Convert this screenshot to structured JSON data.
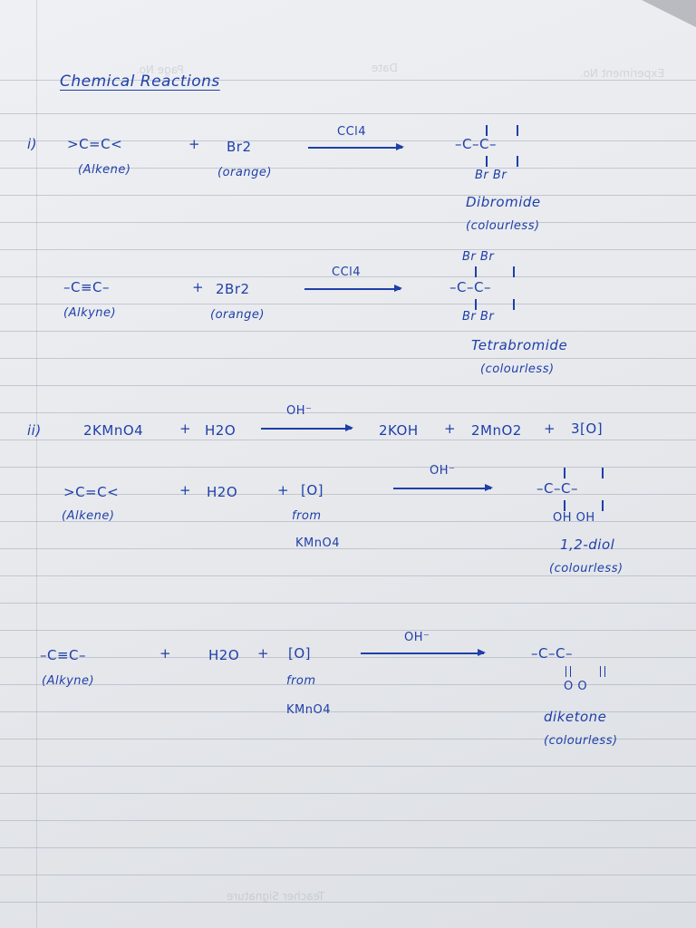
{
  "page": {
    "title": "Chemical Reactions",
    "bleed_header": [
      "Page No.",
      "Date",
      "Experiment No."
    ],
    "bleed_footer": "Teacher Signature"
  },
  "sections": {
    "s1_marker": "i)",
    "s2_marker": "ii)"
  },
  "r1": {
    "reactant1": ">C=C<",
    "reactant1_label": "(Alkene)",
    "plus": "+",
    "reagent": "Br2",
    "reagent_label": "(orange)",
    "condition": "CCl4",
    "product_bonds": "–C–C–",
    "product_sub": "Br  Br",
    "product_name": "Dibromide",
    "product_note": "(colourless)"
  },
  "r2": {
    "reactant1": "–C≡C–",
    "reactant1_label": "(Alkyne)",
    "plus": "+",
    "reagent": "2Br2",
    "reagent_label": "(orange)",
    "condition": "CCl4",
    "product_top": "Br  Br",
    "product_bonds": "–C–C–",
    "product_sub": "Br  Br",
    "product_name": "Tetrabromide",
    "product_note": "(colourless)"
  },
  "r3": {
    "lhs": "2KMnO4",
    "plus1": "+",
    "water": "H2O",
    "condition": "OH⁻",
    "p1": "2KOH",
    "plus2": "+",
    "p2": "2MnO2",
    "plus3": "+",
    "p3": "3[O]"
  },
  "r4": {
    "reactant1": ">C=C<",
    "reactant1_label": "(Alkene)",
    "plus1": "+",
    "water": "H2O",
    "plus2": "+",
    "oxygen": "[O]",
    "from1": "from",
    "from2": "KMnO4",
    "condition": "OH⁻",
    "product_bonds": "–C–C–",
    "product_sub": "OH  OH",
    "product_name": "1,2-diol",
    "product_note": "(colourless)"
  },
  "r5": {
    "reactant1": "–C≡C–",
    "reactant1_label": "(Alkyne)",
    "plus1": "+",
    "water": "H2O",
    "plus2": "+",
    "oxygen": "[O]",
    "from1": "from",
    "from2": "KMnO4",
    "condition": "OH⁻",
    "product_bonds": "–C–C–",
    "product_sub": "O   O",
    "product_name": "diketone",
    "product_note": "(colourless)"
  }
}
